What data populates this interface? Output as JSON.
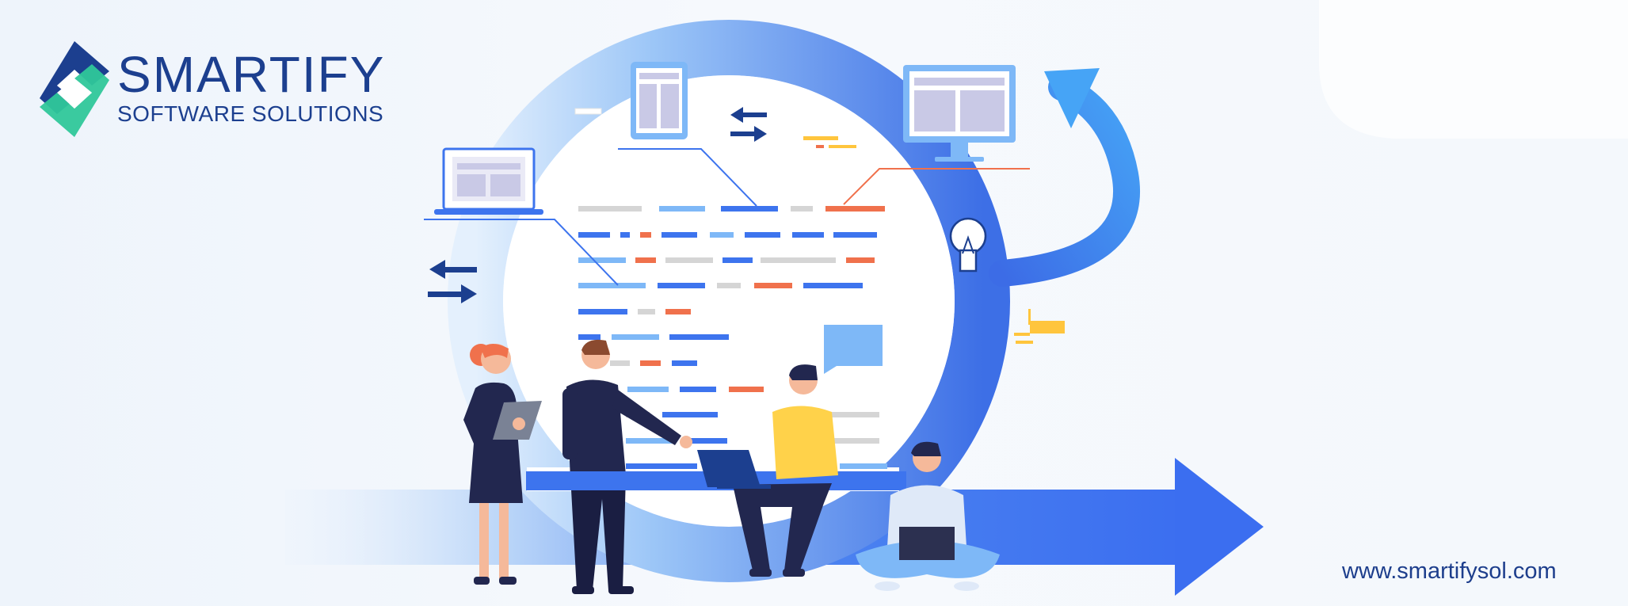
{
  "brand": {
    "name": "SMARTIFY",
    "tagline": "SOFTWARE SOLUTIONS",
    "logo_icon": "smartify-s-logo-icon",
    "colors": {
      "primary": "#1c3f8f",
      "accent": "#2fc79a"
    }
  },
  "website": "www.smartifysol.com",
  "illustration": {
    "theme": "agile-development-cycle",
    "icons": [
      "laptop-icon",
      "tablet-icon",
      "monitor-icon",
      "lightbulb-icon",
      "swap-arrows-icon",
      "chat-bubble-icon",
      "cycle-arrow-icon"
    ],
    "colors": {
      "blue": "#3d74ee",
      "light_blue": "#7eb8f7",
      "orange": "#f0714c",
      "yellow": "#ffc53d",
      "navy": "#22274f"
    }
  }
}
